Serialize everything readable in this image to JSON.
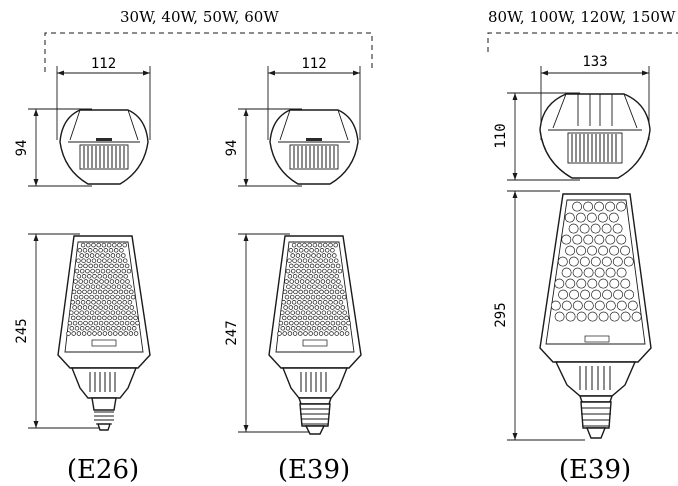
{
  "power_groups": [
    {
      "label": "30W, 40W, 50W, 60W"
    },
    {
      "label": "80W, 100W, 120W, 150W"
    }
  ],
  "lamps": [
    {
      "base": "(E26)",
      "width": "112",
      "top_height": "94",
      "height": "245"
    },
    {
      "base": "(E39)",
      "width": "112",
      "top_height": "94",
      "height": "247"
    },
    {
      "base": "(E39)",
      "width": "133",
      "top_height": "110",
      "height": "295"
    }
  ]
}
